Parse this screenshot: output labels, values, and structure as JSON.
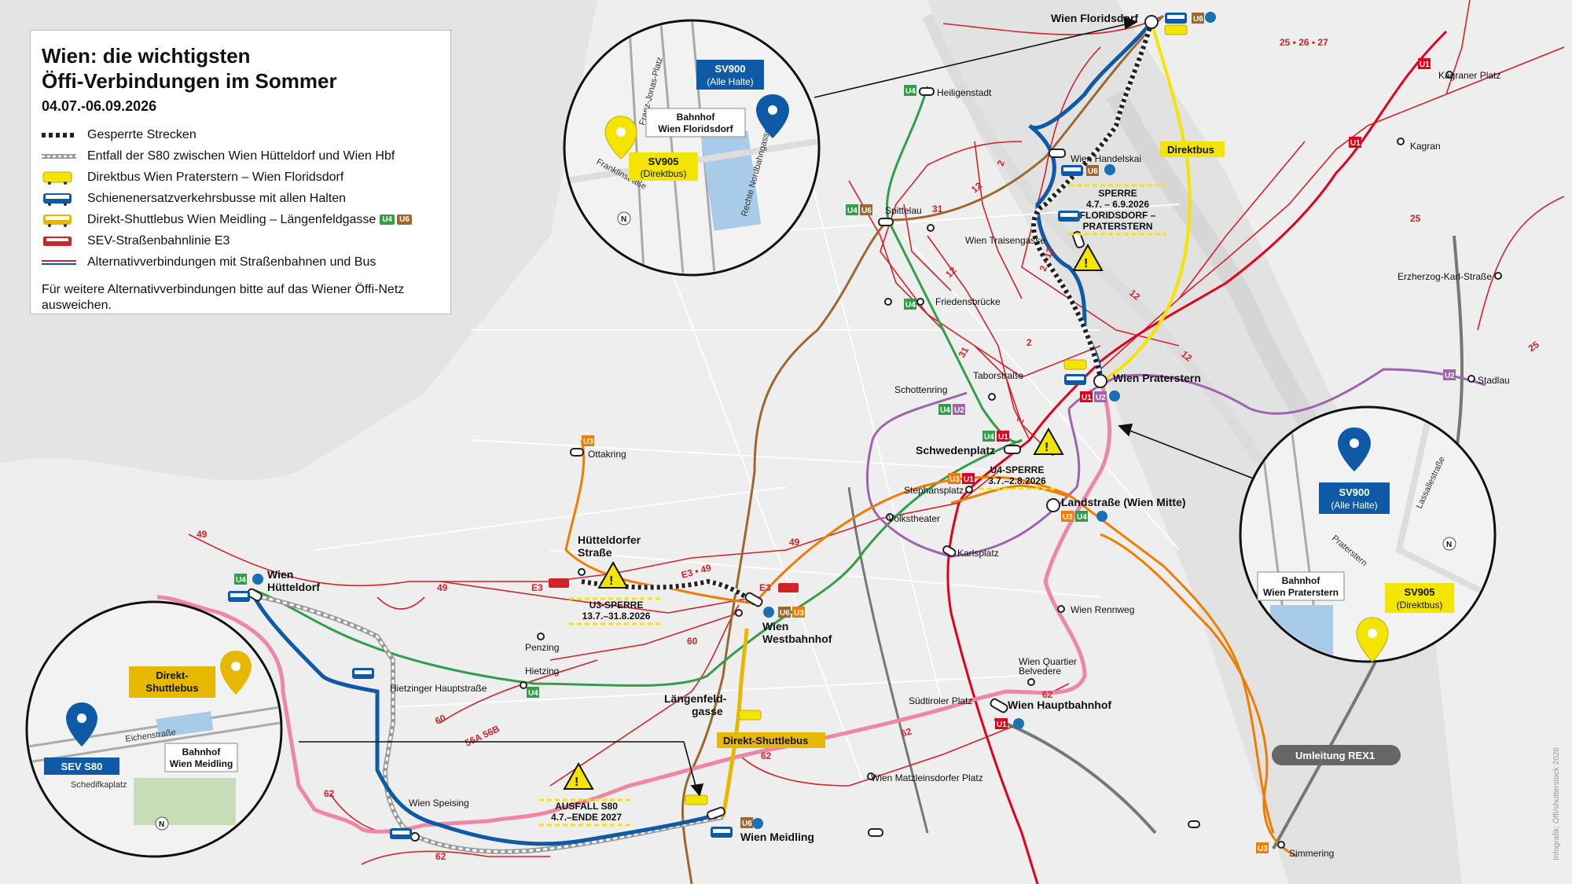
{
  "legend": {
    "title_line1": "Wien: die wichtigsten",
    "title_line2": "Öffi-Verbindungen im Sommer",
    "dates": "04.07.-06.09.2026",
    "items": [
      {
        "label": "Gesperrte Strecken"
      },
      {
        "label": "Entfall der S80 zwischen Wien Hütteldorf und Wien Hbf"
      },
      {
        "label": "Direktbus Wien Praterstern – Wien Floridsdorf"
      },
      {
        "label": "Schienenersatzverkehrsbusse mit allen Halten"
      },
      {
        "label": "Direkt-Shuttlebus Wien Meidling – Längenfeldgasse",
        "badges": [
          "U4",
          "U6"
        ]
      },
      {
        "label": "SEV-Straßenbahnlinie E3"
      },
      {
        "label": "Alternativverbindungen mit Straßenbahnen und Bus"
      }
    ],
    "note": "Für weitere Alternativverbindungen bitte auf das Wiener Öffi-Netz ausweichen."
  },
  "colors": {
    "u1": "#e2001a",
    "u2": "#a063b0",
    "u3": "#ee7d00",
    "u4": "#319f49",
    "u6": "#9d6830",
    "s80_pink": "#ee86a8",
    "sev_blue": "#0e5aa7",
    "direkt_yellow": "#f3e500",
    "shuttle_gold": "#e6b800",
    "tram_red": "#d2232a",
    "sbahn_gray": "#777777",
    "sbahn_blue": "#1a6fb5"
  },
  "stations": {
    "floridsdorf": "Wien Floridsdorf",
    "handelskai": "Wien Handelskai",
    "traisengasse": "Wien Traisengasse",
    "praterstern": "Wien Praterstern",
    "mitte": "Landstraße (Wien Mitte)",
    "hauptbahnhof": "Wien Hauptbahnhof",
    "meidling": "Wien Meidling",
    "westbahnhof_1": "Wien",
    "westbahnhof_2": "Westbahnhof",
    "huetteldorf_1": "Wien",
    "huetteldorf_2": "Hütteldorf",
    "huetteldorferstr_1": "Hütteldorfer",
    "huetteldorferstr_2": "Straße",
    "laengenfeld_1": "Längenfeld-",
    "laengenfeld_2": "gasse",
    "schwedenplatz": "Schwedenplatz",
    "heiligenstadt": "Heiligenstadt",
    "spittelau": "Spittelau",
    "friedensbruecke": "Friedensbrücke",
    "rossauer": "",
    "schottenring": "Schottenring",
    "taborstrasse": "Taborstraße",
    "stephansplatz": "Stephansplatz",
    "volkstheater": "Volkstheater",
    "karlsplatz": "Karlsplatz",
    "ottakring": "Ottakring",
    "penzing": "Penzing",
    "hietzing": "Hietzing",
    "hietzinger_hpt": "Hietzinger Hauptstraße",
    "speising": "Wien Speising",
    "rennweg": "Wien Rennweg",
    "quartier_1": "Wien Quartier",
    "quartier_2": "Belvedere",
    "suedtiroler": "Südtiroler Platz",
    "matzleinsdorf": "Wien Matzleinsdorfer Platz",
    "simmering": "Simmering",
    "kagraner": "Kagraner Platz",
    "kagran": "Kagran",
    "erzherzog": "Erzherzog-Karl-Straße",
    "stadlau": "Stadlau"
  },
  "lines": {
    "l25_26_27": "25 • 26 • 27",
    "l25a": "25",
    "l25b": "25",
    "l12a": "12",
    "l12b": "12",
    "l12c": "12",
    "l12d": "12",
    "l2_12": "2 • 12",
    "l31a": "31",
    "l31b": "31",
    "l2a": "2",
    "l2b": "2",
    "l2c": "2",
    "l49a": "49",
    "l49b": "49",
    "l49c": "49",
    "e3_49": "E3 • 49",
    "e3a": "E3",
    "e3b": "E3",
    "l60a": "60",
    "l60b": "60",
    "l62a": "62",
    "l62b": "62",
    "l62c": "62",
    "l62d": "62",
    "bus56": "56A 56B",
    "direktbus": "Direktbus",
    "shuttle": "Direkt-Shuttlebus",
    "rex": "Umleitung REX1"
  },
  "closures": {
    "floridsdorf_1": "SPERRE",
    "floridsdorf_2": "4.7. – 6.9.2026",
    "floridsdorf_3": "FLORIDSDORF –",
    "floridsdorf_4": "PRATERSTERN",
    "u4_1": "U4-SPERRE",
    "u4_2": "3.7.–2.8.2026",
    "u3_1": "U3-SPERRE",
    "u3_2": "13.7.–31.8.2026",
    "s80_1": "AUSFALL S80",
    "s80_2": "4.7.–ENDE 2027"
  },
  "insets": {
    "floridsdorf": {
      "street1": "Franz-Jonas-Platz",
      "street2": "Franklinstraße",
      "street3": "Rechte Nordbahngasse",
      "station": "Bahnhof Wien Floridsdorf",
      "station_1": "Bahnhof",
      "station_2": "Wien Floridsdorf",
      "sv900_1": "SV900",
      "sv900_2": "(Alle Halte)",
      "sv905_1": "SV905",
      "sv905_2": "(Direktbus)"
    },
    "praterstern": {
      "street1": "Lassallestraße",
      "street2": "Praterstern",
      "station_1": "Bahnhof",
      "station_2": "Wien Praterstern",
      "sv900_1": "SV900",
      "sv900_2": "(Alle Halte)",
      "sv905_1": "SV905",
      "sv905_2": "(Direktbus)"
    },
    "meidling": {
      "street1": "Eichenstraße",
      "street2": "Schedifkaplatz",
      "station_1": "Bahnhof",
      "station_2": "Wien Meidling",
      "sev": "SEV S80",
      "shuttle_1": "Direkt-",
      "shuttle_2": "Shuttlebus"
    }
  },
  "credit": "Infografik: Öffi/shutterstock 2026"
}
